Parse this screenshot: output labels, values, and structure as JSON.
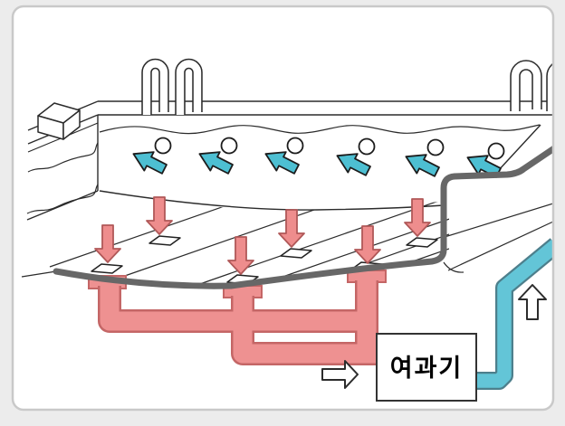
{
  "diagram": {
    "kind": "pool-filtration-cutaway-diagram",
    "filter_box_label": "여과기",
    "counts": {
      "inlet_jet_arrows": 6,
      "inlet_jet_nozzles": 6,
      "floor_drains": 6,
      "drain_down_arrows": 6,
      "pool_ladders": 2
    },
    "colors": {
      "inlet_arrow": "#4dbfd2",
      "drain_arrow_fill": "#ee8d8d",
      "drain_arrow_stroke": "#b05858",
      "suction_pipe_fill": "#ee9191",
      "suction_pipe_stroke": "#c46666",
      "return_pipe_fill": "#63c5d7",
      "return_pipe_stroke": "#4d7f8c",
      "cutaway_line": "#676767",
      "frame_border": "#c9c9c9",
      "background": "#ececec"
    },
    "flow": {
      "into_filter_direction": "right",
      "out_of_filter_direction": "up"
    }
  },
  "filter_box": {
    "label": "여과기"
  }
}
